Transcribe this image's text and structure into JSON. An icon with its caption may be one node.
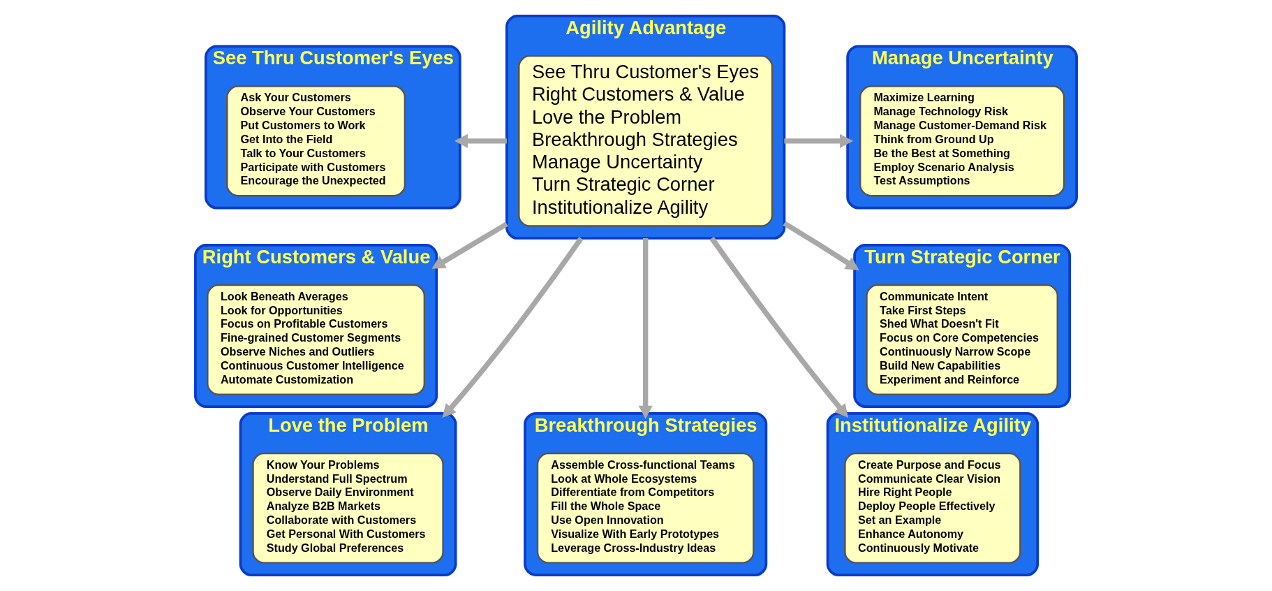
{
  "diagram": {
    "nodes": [
      {
        "text": [
          "See Thru Customer's Eyes"
        ]
      },
      {
        "text": [
          "Ask Your Customers",
          "Observe Your Customers",
          "Put Customers to Work",
          "Get Into the Field",
          "Talk to Your Customers",
          "Participate with Customers",
          "Encourage the Unexpected"
        ],
        "in": 0
      },
      {
        "text": [
          "Agility Advantage"
        ]
      },
      {
        "text": [
          "See Thru Customer's Eyes",
          "Right Customers & Value",
          "Love the Problem",
          "Breakthrough Strategies",
          "Manage Uncertainty",
          "Turn Strategic Corner",
          "Institutionalize Agility"
        ],
        "in": 2
      },
      {
        "text": [
          "Manage Uncertainty"
        ]
      },
      {
        "text": [
          "Maximize Learning",
          "Manage Technology Risk",
          "Manage Customer-Demand Risk",
          "Think from Ground Up",
          "Be the Best at Something",
          "Employ Scenario Analysis",
          "Test Assumptions"
        ],
        "in": 4
      },
      {
        "text": [
          "Right Customers & Value"
        ]
      },
      {
        "text": [
          "Look Beneath Averages",
          "Look for Opportunities",
          "Focus on Profitable Customers",
          "Fine-grained Customer Segments",
          "Observe Niches and Outliers",
          "Continuous Customer Intelligence",
          "Automate Customization"
        ],
        "in": 6
      },
      {
        "text": [
          "Turn Strategic Corner"
        ]
      },
      {
        "text": [
          "Communicate Intent",
          "Take First Steps",
          "Shed What Doesn't Fit",
          "Focus on Core Competencies",
          "Continuously Narrow Scope",
          "Build New Capabilities",
          "Experiment and Reinforce"
        ],
        "in": 8
      },
      {
        "text": [
          "Love the Problem"
        ]
      },
      {
        "text": [
          "Know Your Problems",
          "Understand Full Spectrum",
          "Observe Daily Environment",
          "Analyze B2B Markets",
          "Collaborate with Customers",
          "Get Personal With Customers",
          "Study Global Preferences"
        ],
        "in": 10
      },
      {
        "text": [
          "Breakthrough Strategies"
        ]
      },
      {
        "text": [
          "Assemble Cross-functional Teams",
          "Look at Whole Ecosystems",
          "Differentiate from Competitors",
          "Fill the Whole Space",
          "Use Open Innovation",
          "Visualize With Early Prototypes",
          "Leverage Cross-Industry Ideas"
        ],
        "in": 12
      },
      {
        "text": [
          "Institutionalize Agility"
        ]
      },
      {
        "text": [
          "Create Purpose and Focus",
          "Communicate Clear Vision",
          "Hire Right People",
          "Deploy People Effectively",
          "Set an Example",
          "Enhance Autonomy",
          "Continuously Motivate"
        ],
        "in": 14
      }
    ],
    "edges": [
      {
        "from": 2,
        "to": 0,
        "arrow": "to"
      },
      {
        "from": 2,
        "to": 4,
        "arrow": "to"
      },
      {
        "from": 2,
        "to": 6,
        "arrow": "to"
      },
      {
        "from": 2,
        "to": 8,
        "arrow": "to"
      },
      {
        "from": 2,
        "to": 10,
        "arrow": "to"
      },
      {
        "from": 2,
        "to": 12,
        "arrow": "to"
      },
      {
        "from": 2,
        "to": 14,
        "arrow": "to"
      }
    ]
  }
}
